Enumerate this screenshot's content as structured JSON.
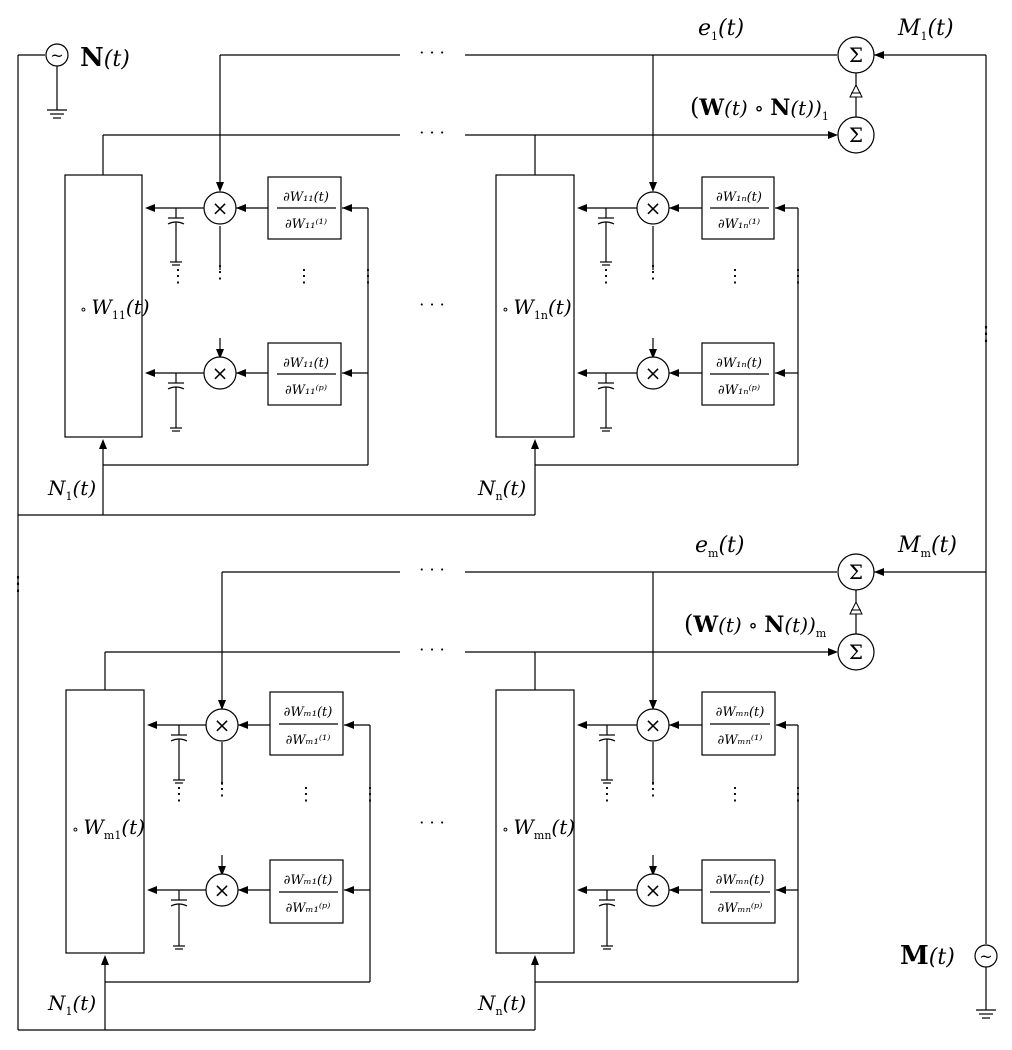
{
  "sources": {
    "input": {
      "main": "N",
      "arg": "(t)"
    },
    "target": {
      "main": "M",
      "arg": "(t)"
    }
  },
  "rows": [
    {
      "error": {
        "main": "e",
        "sub": "1",
        "arg": "(t)"
      },
      "target": {
        "main": "M",
        "sub": "1",
        "arg": "(t)"
      },
      "output": {
        "left": "(",
        "main": "W",
        "mid": "(t) ∘ ",
        "main2": "N",
        "arg": "(t))",
        "sub": "1"
      },
      "cols": [
        {
          "block": {
            "pre": "∘ ",
            "main": "W",
            "sub": "11",
            "arg": "(t)"
          },
          "deriv1": {
            "num": "∂W₁₁(t)",
            "den": "∂W₁₁⁽¹⁾"
          },
          "derivp": {
            "num": "∂W₁₁(t)",
            "den": "∂W₁₁⁽ᵖ⁾"
          },
          "input": {
            "main": "N",
            "sub": "1",
            "arg": "(t)"
          }
        },
        {
          "block": {
            "pre": "∘ ",
            "main": "W",
            "sub": "1n",
            "arg": "(t)"
          },
          "deriv1": {
            "num": "∂W₁ₙ(t)",
            "den": "∂W₁ₙ⁽¹⁾"
          },
          "derivp": {
            "num": "∂W₁ₙ(t)",
            "den": "∂W₁ₙ⁽ᵖ⁾"
          },
          "input": {
            "main": "N",
            "sub": "n",
            "arg": "(t)"
          }
        }
      ]
    },
    {
      "error": {
        "main": "e",
        "sub": "m",
        "arg": "(t)"
      },
      "target": {
        "main": "M",
        "sub": "m",
        "arg": "(t)"
      },
      "output": {
        "left": "(",
        "main": "W",
        "mid": "(t) ∘ ",
        "main2": "N",
        "arg": "(t))",
        "sub": "m"
      },
      "cols": [
        {
          "block": {
            "pre": "∘ ",
            "main": "W",
            "sub": "m1",
            "arg": "(t)"
          },
          "deriv1": {
            "num": "∂Wₘ₁(t)",
            "den": "∂Wₘ₁⁽¹⁾"
          },
          "derivp": {
            "num": "∂Wₘ₁(t)",
            "den": "∂Wₘ₁⁽ᵖ⁾"
          },
          "input": {
            "main": "N",
            "sub": "1",
            "arg": "(t)"
          }
        },
        {
          "block": {
            "pre": "∘ ",
            "main": "W",
            "sub": "mn",
            "arg": "(t)"
          },
          "deriv1": {
            "num": "∂Wₘₙ(t)",
            "den": "∂Wₘₙ⁽¹⁾"
          },
          "derivp": {
            "num": "∂Wₘₙ(t)",
            "den": "∂Wₘₙ⁽ᵖ⁾"
          },
          "input": {
            "main": "N",
            "sub": "n",
            "arg": "(t)"
          }
        }
      ]
    }
  ],
  "symbols": {
    "sum": "Σ",
    "multiply": "×",
    "source": "~",
    "hdots": "· · ·",
    "vdots": "⋮"
  }
}
